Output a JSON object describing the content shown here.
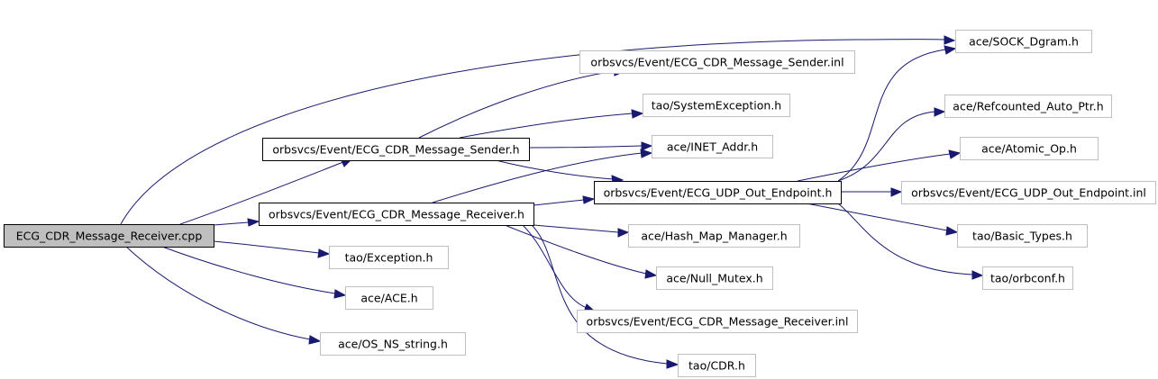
{
  "colors": {
    "edge": "#191970",
    "root_fill": "#bfbfbf",
    "root_border": "#000000",
    "documented_border": "#000000",
    "external_border": "#bfbfbf",
    "text": "#000000"
  },
  "nodes": [
    {
      "id": "n0",
      "label": "ECG_CDR_Message_Receiver.cpp",
      "kind": "root"
    },
    {
      "id": "n1",
      "label": "orbsvcs/Event/ECG_CDR_Message_Sender.h",
      "kind": "documented"
    },
    {
      "id": "n2",
      "label": "orbsvcs/Event/ECG_CDR_Message_Receiver.h",
      "kind": "documented"
    },
    {
      "id": "n3",
      "label": "tao/Exception.h",
      "kind": "external"
    },
    {
      "id": "n4",
      "label": "ace/ACE.h",
      "kind": "external"
    },
    {
      "id": "n5",
      "label": "ace/OS_NS_string.h",
      "kind": "external"
    },
    {
      "id": "n6",
      "label": "ace/SOCK_Dgram.h",
      "kind": "external"
    },
    {
      "id": "n7",
      "label": "orbsvcs/Event/ECG_CDR_Message_Sender.inl",
      "kind": "external"
    },
    {
      "id": "n8",
      "label": "tao/SystemException.h",
      "kind": "external"
    },
    {
      "id": "n9",
      "label": "ace/INET_Addr.h",
      "kind": "external"
    },
    {
      "id": "n10",
      "label": "orbsvcs/Event/ECG_UDP_Out_Endpoint.h",
      "kind": "documented"
    },
    {
      "id": "n11",
      "label": "ace/Hash_Map_Manager.h",
      "kind": "external"
    },
    {
      "id": "n12",
      "label": "ace/Null_Mutex.h",
      "kind": "external"
    },
    {
      "id": "n13",
      "label": "orbsvcs/Event/ECG_CDR_Message_Receiver.inl",
      "kind": "external"
    },
    {
      "id": "n14",
      "label": "tao/CDR.h",
      "kind": "external"
    },
    {
      "id": "n15",
      "label": "ace/Refcounted_Auto_Ptr.h",
      "kind": "external"
    },
    {
      "id": "n16",
      "label": "ace/Atomic_Op.h",
      "kind": "external"
    },
    {
      "id": "n17",
      "label": "orbsvcs/Event/ECG_UDP_Out_Endpoint.inl",
      "kind": "external"
    },
    {
      "id": "n18",
      "label": "tao/Basic_Types.h",
      "kind": "external"
    },
    {
      "id": "n19",
      "label": "tao/orbconf.h",
      "kind": "external"
    }
  ],
  "edges": [
    {
      "from": "n0",
      "to": "n6"
    },
    {
      "from": "n0",
      "to": "n1"
    },
    {
      "from": "n0",
      "to": "n2"
    },
    {
      "from": "n0",
      "to": "n3"
    },
    {
      "from": "n0",
      "to": "n4"
    },
    {
      "from": "n0",
      "to": "n5"
    },
    {
      "from": "n1",
      "to": "n7"
    },
    {
      "from": "n1",
      "to": "n8"
    },
    {
      "from": "n1",
      "to": "n9"
    },
    {
      "from": "n1",
      "to": "n10"
    },
    {
      "from": "n2",
      "to": "n9"
    },
    {
      "from": "n2",
      "to": "n10"
    },
    {
      "from": "n2",
      "to": "n11"
    },
    {
      "from": "n2",
      "to": "n12"
    },
    {
      "from": "n2",
      "to": "n13"
    },
    {
      "from": "n2",
      "to": "n14"
    },
    {
      "from": "n10",
      "to": "n6"
    },
    {
      "from": "n10",
      "to": "n15"
    },
    {
      "from": "n10",
      "to": "n16"
    },
    {
      "from": "n10",
      "to": "n17"
    },
    {
      "from": "n10",
      "to": "n18"
    },
    {
      "from": "n10",
      "to": "n19"
    }
  ]
}
